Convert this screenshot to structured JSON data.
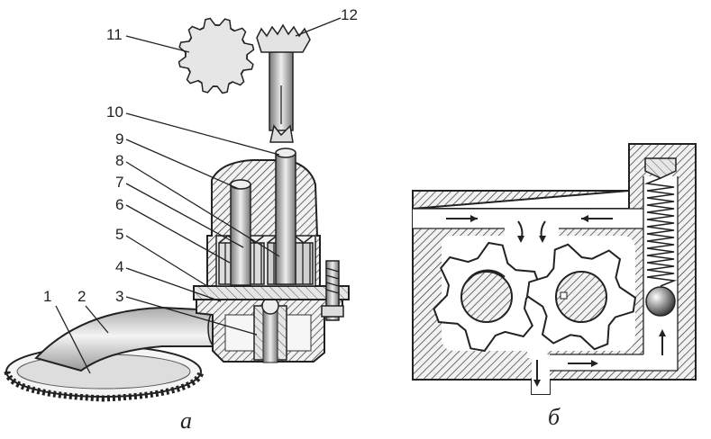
{
  "diagram_a": {
    "caption": "а",
    "labels": [
      "1",
      "2",
      "3",
      "4",
      "5",
      "6",
      "7",
      "8",
      "9",
      "10",
      "11",
      "12"
    ]
  },
  "diagram_b": {
    "caption": "б"
  }
}
